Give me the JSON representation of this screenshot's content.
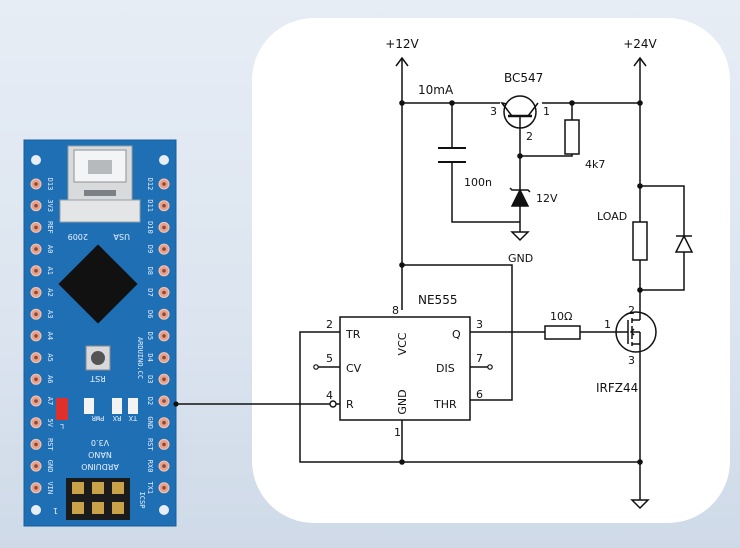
{
  "schematic": {
    "rails": {
      "v12": "+12V",
      "v24": "+24V",
      "gnd": "GND"
    },
    "current_label": "10mA",
    "transistor": {
      "name": "BC547",
      "pin_b": "1",
      "pin_e": "2",
      "pin_c": "3"
    },
    "resistor_bias": "4k7",
    "capacitor": "100n",
    "zener": "12V",
    "load": "LOAD",
    "gate_resistor": "10Ω",
    "mosfet": {
      "name": "IRFZ44",
      "pin_g": "1",
      "pin_d": "2",
      "pin_s": "3"
    },
    "timer": {
      "name": "NE555",
      "pins": {
        "tr": "TR",
        "cv": "CV",
        "r": "R",
        "vcc": "VCC",
        "gnd": "GND",
        "q": "Q",
        "dis": "DIS",
        "thr": "THR"
      },
      "pin_numbers": {
        "tr": "2",
        "cv": "5",
        "r": "4",
        "vcc": "8",
        "gnd": "1",
        "q": "3",
        "dis": "7",
        "thr": "6"
      }
    }
  },
  "arduino": {
    "brand": "ARDUINO",
    "model": "NANO",
    "version": "V3.0",
    "year": "2009",
    "country": "USA",
    "reset_label": "RST",
    "cc_label": "ARDUINO.CC",
    "icsp_label": "ICSP",
    "icsp_pin1": "1",
    "led_labels": {
      "pwr": "PWR",
      "rx": "RX",
      "tx": "TX",
      "l": "L"
    },
    "left_pins": [
      "D12",
      "D11",
      "D10",
      "D9",
      "D8",
      "D7",
      "D6",
      "D5",
      "D4",
      "D3",
      "D2",
      "GND",
      "RST",
      "RX0",
      "TX1"
    ],
    "right_pins": [
      "D13",
      "3V3",
      "REF",
      "A0",
      "A1",
      "A2",
      "A3",
      "A4",
      "A5",
      "A6",
      "A7",
      "5V",
      "RST",
      "GND",
      "VIN"
    ],
    "colors": {
      "board": "#1f6fb5",
      "pad": "#e7a08a",
      "led_red": "#e0302b"
    }
  }
}
